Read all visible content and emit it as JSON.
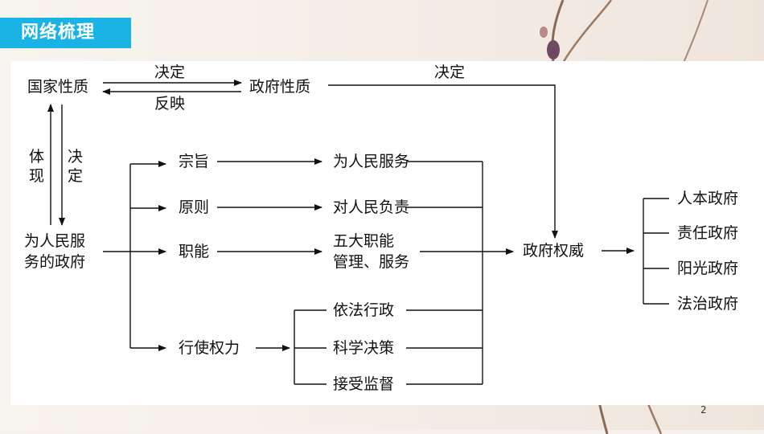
{
  "section_title": "网络梳理",
  "page_number": "2",
  "nodes": {
    "state_nature": "国家性质",
    "gov_nature": "政府性质",
    "people_gov_line1": "为人民服",
    "people_gov_line2": "务的政府",
    "purpose": "宗旨",
    "principle": "原则",
    "function": "职能",
    "exercise_power": "行使权力",
    "serve_people": "为人民服务",
    "responsible": "对人民负责",
    "five_functions_line1": "五大职能",
    "five_functions_line2": "管理、服务",
    "rule_of_law_admin": "依法行政",
    "scientific_decision": "科学决策",
    "accept_supervision": "接受监督",
    "gov_authority": "政府权威",
    "people_oriented_gov": "人本政府",
    "responsible_gov": "责任政府",
    "transparent_gov": "阳光政府",
    "rule_of_law_gov": "法治政府"
  },
  "edge_labels": {
    "decides_top": "决定",
    "reflects": "反映",
    "decides_right": "决定",
    "embodies_1": "体",
    "embodies_2": "现",
    "decides_v1": "决",
    "decides_v2": "定"
  }
}
